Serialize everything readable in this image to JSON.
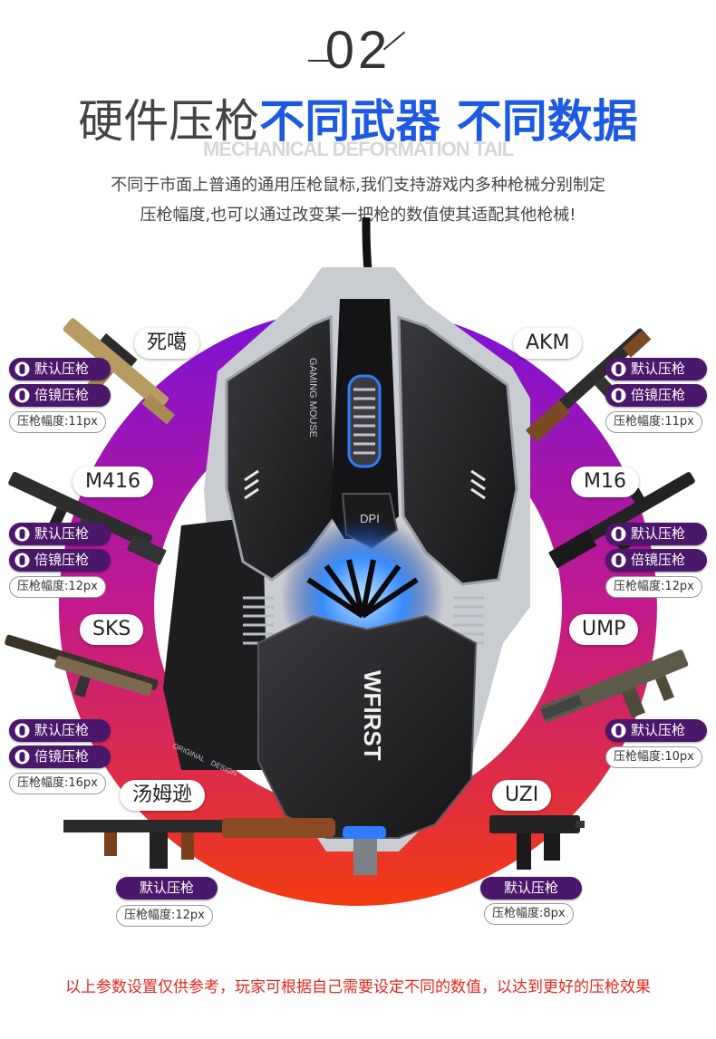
{
  "header": {
    "number": "02",
    "title_gray": "硬件压枪",
    "title_blue": "不同武器 不同数据",
    "subtitle": "MECHANICAL DEFORMATION TAIL",
    "desc_line1": "不同于市面上普通的通用压枪鼠标,我们支持游戏内多种枪械分别制定",
    "desc_line2": "压枪幅度,也可以通过改变某一把枪的数值使其适配其他枪械!"
  },
  "mouse": {
    "side_text": "GAMING MOUSE",
    "dpi_label": "DPI",
    "brand": "WFIRST",
    "tag1": "ORIGINAL",
    "tag2": "DESIGN"
  },
  "labels": {
    "default": "默认压枪",
    "scope": "倍镜压枪"
  },
  "weapons": [
    {
      "name": "死噶",
      "value": "压枪幅度:11px"
    },
    {
      "name": "M416",
      "value": "压枪幅度:12px"
    },
    {
      "name": "SKS",
      "value": "压枪幅度:16px"
    },
    {
      "name": "汤姆逊",
      "value": "压枪幅度:12px"
    },
    {
      "name": "AKM",
      "value": "压枪幅度:11px"
    },
    {
      "name": "M16",
      "value": "压枪幅度:12px"
    },
    {
      "name": "UMP",
      "value": "压枪幅度:10px"
    },
    {
      "name": "UZI",
      "value": "压枪幅度:8px"
    }
  ],
  "footer": "以上参数设置仅供参考，玩家可根据自己需要设定不同的数值，以达到更好的压枪效果",
  "colors": {
    "accent_blue": "#1d5ae4",
    "ring_top": "#8a17d8",
    "ring_bottom": "#f03a12",
    "footer_red": "#e8261c",
    "pill_dark": "#4a176a"
  }
}
